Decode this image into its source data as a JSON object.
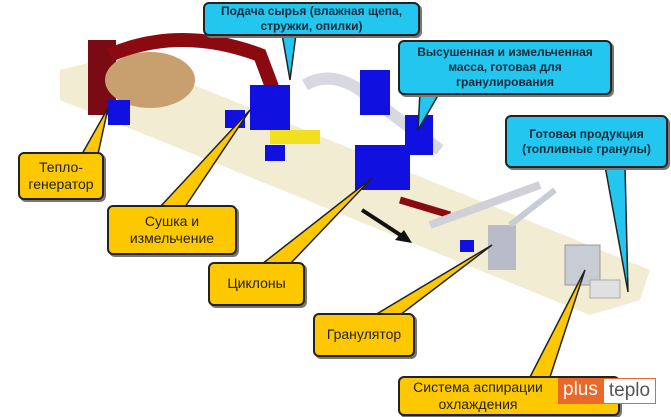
{
  "callouts": {
    "feed": "Подача сырья (влажная щепа, стружки, опилки)",
    "dried": "Высушенная и измельченная масса, готовая для гранулирования",
    "product": "Готовая продукция (топливные гранулы)",
    "heat": "Тепло-генератор",
    "drying": "Сушка и измельчение",
    "cyclones": "Циклоны",
    "granulator": "Гранулятор",
    "aspiration": "Система аспирации охлаждения"
  },
  "logo": {
    "part1": "plus",
    "part2": "teplo"
  },
  "colors": {
    "blue_callout": "#22c6ee",
    "yellow_callout": "#fdc800",
    "machine_blue": "#1010e0",
    "pipe_red": "#8b0a10",
    "logo_orange": "#e8692a"
  }
}
